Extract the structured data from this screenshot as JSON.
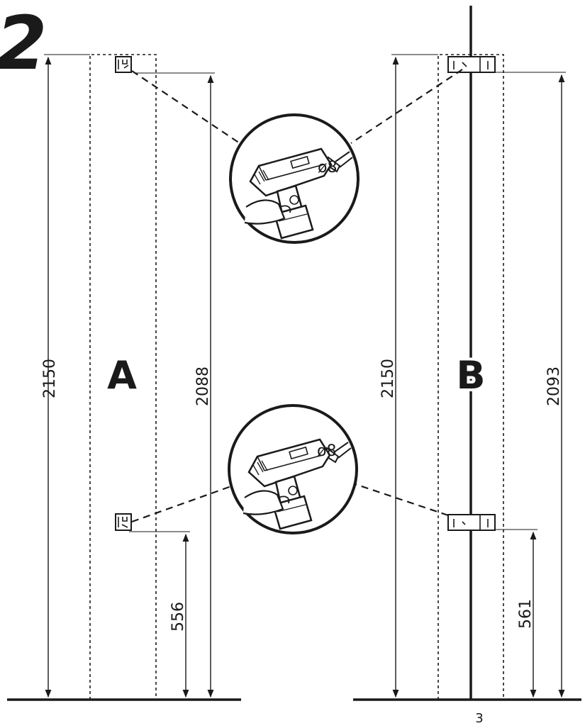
{
  "step_number": "2",
  "panel_a": {
    "label": "A",
    "height_dimension": "2150",
    "upper_bracket_dimension": "2088",
    "lower_bracket_dimension": "556"
  },
  "panel_b": {
    "label": "B",
    "height_dimension": "2150",
    "upper_bracket_dimension": "2093",
    "lower_bracket_dimension": "561"
  },
  "drill_callouts": [
    {
      "bit_size": "ø8",
      "icon": "drill-icon"
    },
    {
      "bit_size": "ø8",
      "icon": "drill-icon"
    }
  ],
  "page_number": "3",
  "colors": {
    "ink": "#1a1a1a",
    "background": "#ffffff"
  }
}
